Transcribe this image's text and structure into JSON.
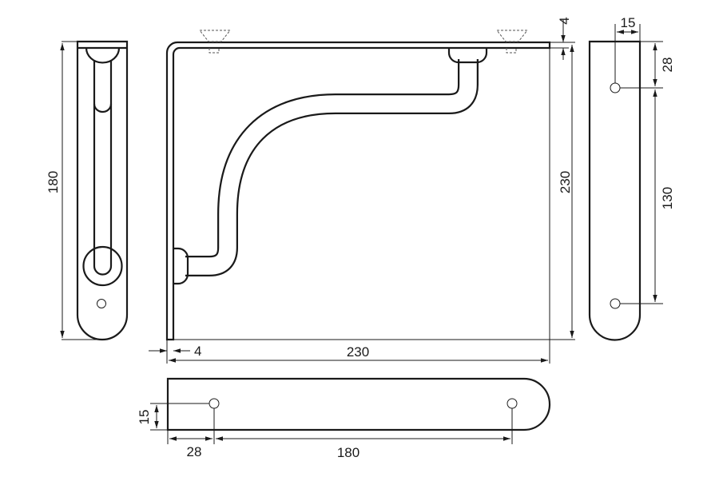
{
  "dimensions": {
    "front_thickness_top": "4",
    "front_height": "230",
    "front_thickness_bottom": "4",
    "front_width": "230",
    "side_height": "180",
    "right_hole_offset_x": "15",
    "right_hole_offset_top": "28",
    "right_hole_spacing": "130",
    "bottom_hole_offset_y": "15",
    "bottom_hole_offset_x": "28",
    "bottom_hole_spacing": "180"
  }
}
